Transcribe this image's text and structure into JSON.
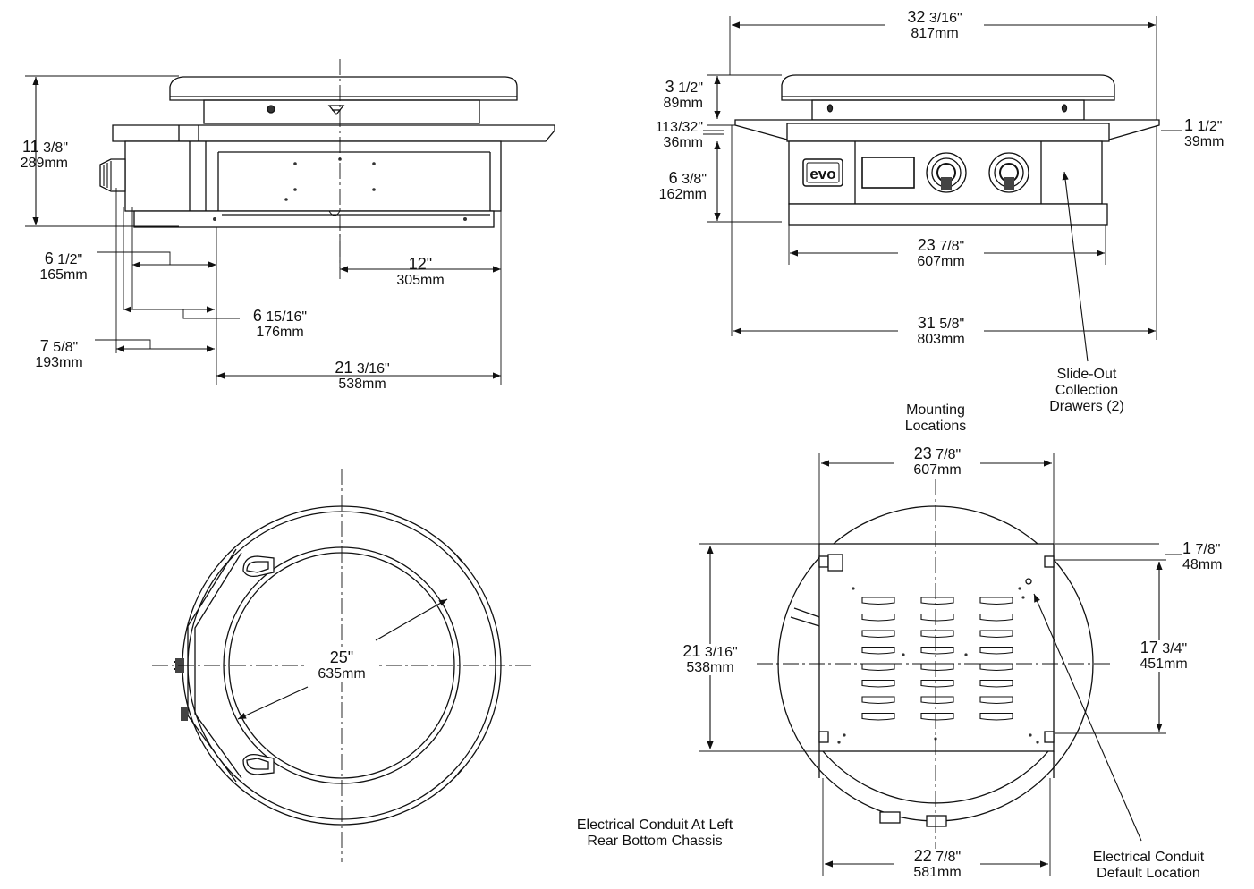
{
  "brand": "evo",
  "side_view": {
    "height_in": "11",
    "height_frac": "3/8\"",
    "height_mm": "289mm",
    "d1_in": "6",
    "d1_frac": "1/2\"",
    "d1_mm": "165mm",
    "d2_in": "6",
    "d2_frac": "15/16\"",
    "d2_mm": "176mm",
    "d3_in": "7",
    "d3_frac": "5/8\"",
    "d3_mm": "193mm",
    "d4_in": "12\"",
    "d4_mm": "305mm",
    "d5_in": "21",
    "d5_frac": "3/16\"",
    "d5_mm": "538mm"
  },
  "front_view": {
    "width_in": "32",
    "width_frac": "3/16\"",
    "width_mm": "817mm",
    "top_in": "3",
    "top_frac": "1/2\"",
    "top_mm": "89mm",
    "flange_in": "113/32\"",
    "flange_mm": "36mm",
    "rim_in": "1",
    "rim_frac": "1/2\"",
    "rim_mm": "39mm",
    "body_in": "6",
    "body_frac": "3/8\"",
    "body_mm": "162mm",
    "inner_in": "23",
    "inner_frac": "7/8\"",
    "inner_mm": "607mm",
    "outer_in": "31",
    "outer_frac": "5/8\"",
    "outer_mm": "803mm",
    "drawers_note": "Slide-Out\nCollection\nDrawers (2)"
  },
  "top_view": {
    "diameter_in": "25\"",
    "diameter_mm": "635mm"
  },
  "bottom_view": {
    "mount_note": "Mounting\nLocations",
    "width_in": "23",
    "width_frac": "7/8\"",
    "width_mm": "607mm",
    "offset_in": "1",
    "offset_frac": "7/8\"",
    "offset_mm": "48mm",
    "depth_in": "21",
    "depth_frac": "3/16\"",
    "depth_mm": "538mm",
    "mount_depth_in": "17",
    "mount_depth_frac": "3/4\"",
    "mount_depth_mm": "451mm",
    "base_in": "22",
    "base_frac": "7/8\"",
    "base_mm": "581mm",
    "conduit_left_note": "Electrical Conduit At Left\nRear Bottom Chassis",
    "conduit_default_note": "Electrical Conduit\nDefault Location"
  }
}
